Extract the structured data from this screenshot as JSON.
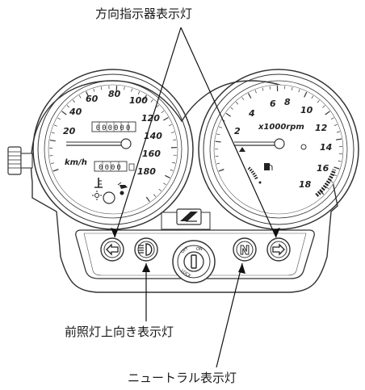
{
  "callouts": {
    "turn_signal": "方向指示器表示灯",
    "high_beam": "前照灯上向き表示灯",
    "neutral": "ニュートラル表示灯"
  },
  "speedometer": {
    "numbers": [
      "20",
      "40",
      "60",
      "80",
      "100",
      "120",
      "140",
      "160",
      "180"
    ],
    "unit": "km/h",
    "odometer": "000000",
    "tripmeter": "0000"
  },
  "tachometer": {
    "numbers": [
      "2",
      "4",
      "6",
      "8",
      "10",
      "12",
      "14",
      "16",
      "18"
    ],
    "unit": "x1000rpm"
  },
  "ignition": {
    "labels": [
      "ON",
      "OFF",
      "LOCK"
    ]
  },
  "indicator_letters": {
    "neutral": "N"
  }
}
